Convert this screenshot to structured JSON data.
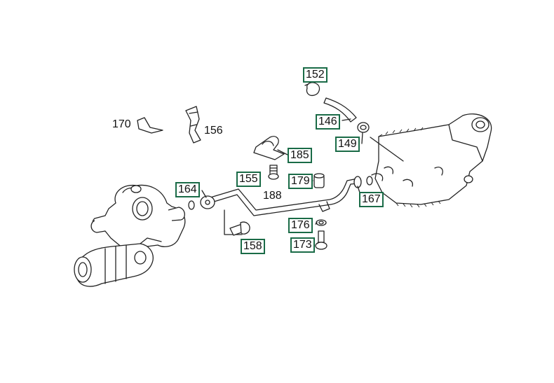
{
  "diagram": {
    "highlight_color": "#1a6b47",
    "callouts": [
      {
        "id": "152",
        "label": "152",
        "highlighted": true
      },
      {
        "id": "146",
        "label": "146",
        "highlighted": true
      },
      {
        "id": "149",
        "label": "149",
        "highlighted": true
      },
      {
        "id": "185",
        "label": "185",
        "highlighted": true
      },
      {
        "id": "164",
        "label": "164",
        "highlighted": true
      },
      {
        "id": "155",
        "label": "155",
        "highlighted": true
      },
      {
        "id": "179",
        "label": "179",
        "highlighted": true
      },
      {
        "id": "167",
        "label": "167",
        "highlighted": true
      },
      {
        "id": "176",
        "label": "176",
        "highlighted": true
      },
      {
        "id": "173",
        "label": "173",
        "highlighted": true
      },
      {
        "id": "158",
        "label": "158",
        "highlighted": true
      },
      {
        "id": "170",
        "label": "170",
        "highlighted": false
      },
      {
        "id": "156",
        "label": "156",
        "highlighted": false
      },
      {
        "id": "188",
        "label": "188",
        "highlighted": false
      }
    ]
  }
}
